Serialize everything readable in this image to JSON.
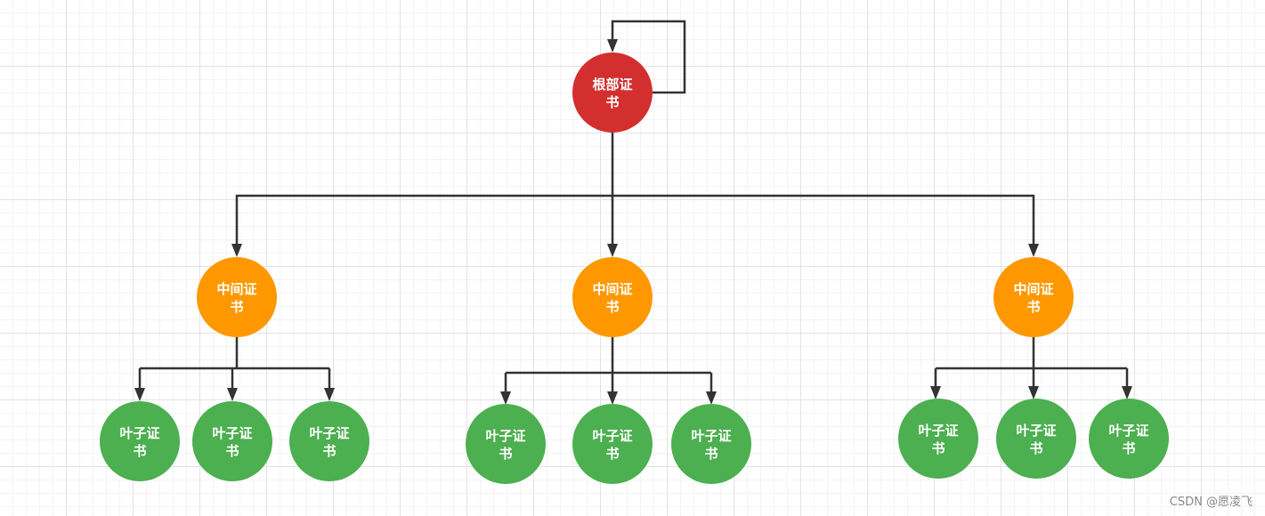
{
  "colors": {
    "root": "#d32f2f",
    "intermediate": "#ff9800",
    "leaf": "#4caf50",
    "edge": "#333333",
    "label": "#ffffff"
  },
  "nodes": {
    "root": {
      "line1": "根部证",
      "line2": "书"
    },
    "intermediate_1": {
      "line1": "中间证",
      "line2": "书"
    },
    "intermediate_2": {
      "line1": "中间证",
      "line2": "书"
    },
    "intermediate_3": {
      "line1": "中间证",
      "line2": "书"
    },
    "leaf_1": {
      "line1": "叶子证",
      "line2": "书"
    },
    "leaf_2": {
      "line1": "叶子证",
      "line2": "书"
    },
    "leaf_3": {
      "line1": "叶子证",
      "line2": "书"
    },
    "leaf_4": {
      "line1": "叶子证",
      "line2": "书"
    },
    "leaf_5": {
      "line1": "叶子证",
      "line2": "书"
    },
    "leaf_6": {
      "line1": "叶子证",
      "line2": "书"
    },
    "leaf_7": {
      "line1": "叶子证",
      "line2": "书"
    },
    "leaf_8": {
      "line1": "叶子证",
      "line2": "书"
    },
    "leaf_9": {
      "line1": "叶子证",
      "line2": "书"
    }
  },
  "edges": [
    {
      "from": "root",
      "to": "root"
    },
    {
      "from": "root",
      "to": "intermediate_1"
    },
    {
      "from": "root",
      "to": "intermediate_2"
    },
    {
      "from": "root",
      "to": "intermediate_3"
    },
    {
      "from": "intermediate_1",
      "to": "leaf_1"
    },
    {
      "from": "intermediate_1",
      "to": "leaf_2"
    },
    {
      "from": "intermediate_1",
      "to": "leaf_3"
    },
    {
      "from": "intermediate_2",
      "to": "leaf_4"
    },
    {
      "from": "intermediate_2",
      "to": "leaf_5"
    },
    {
      "from": "intermediate_2",
      "to": "leaf_6"
    },
    {
      "from": "intermediate_3",
      "to": "leaf_7"
    },
    {
      "from": "intermediate_3",
      "to": "leaf_8"
    },
    {
      "from": "intermediate_3",
      "to": "leaf_9"
    }
  ],
  "watermark": "CSDN @愿凌飞"
}
